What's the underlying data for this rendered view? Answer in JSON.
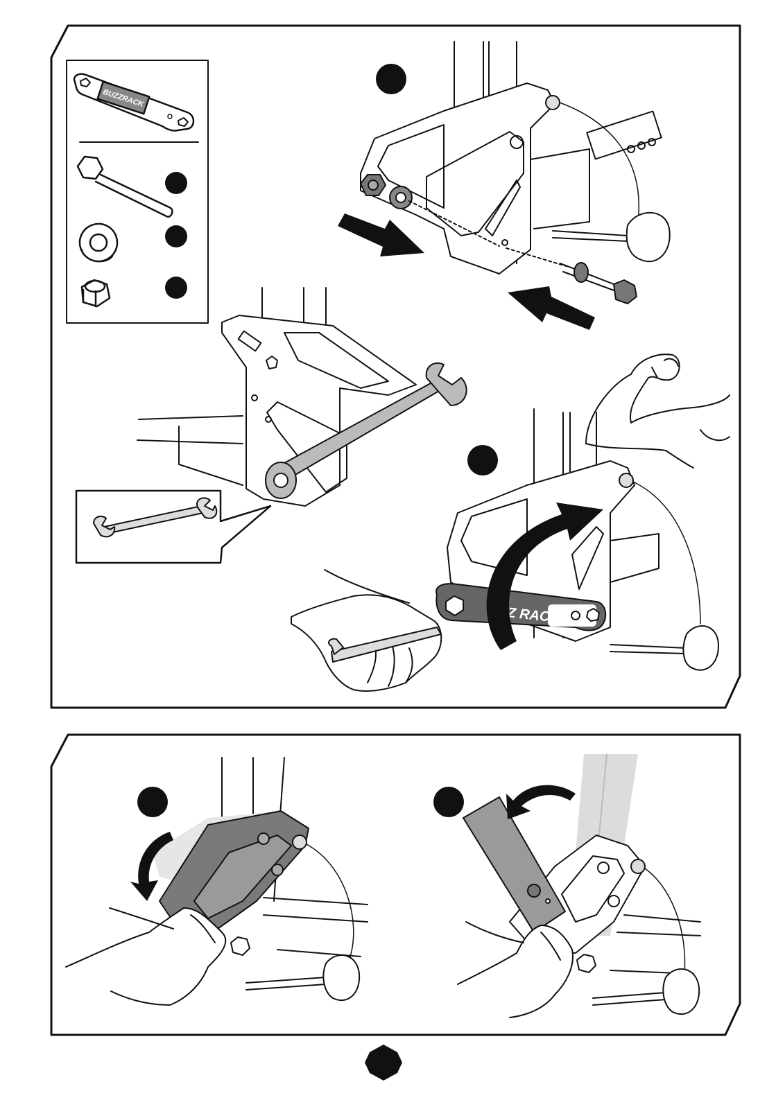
{
  "brand": {
    "name": "BUZZ RACK",
    "tool_text": "IZZ RACK",
    "tag_text": "BUZZRACK"
  },
  "parts_box": {
    "items": [
      {
        "name": "bolt",
        "marker": ""
      },
      {
        "name": "washer",
        "marker": ""
      },
      {
        "name": "lock-nut",
        "marker": ""
      }
    ]
  },
  "steps": {
    "top_assembly": "",
    "tighten": "",
    "fold_down": "",
    "fold_up": ""
  },
  "page_number": "",
  "colors": {
    "ink": "#111111",
    "gray_fill": "#9a9a9a",
    "dark_gray": "#6e6e6e",
    "light_gray": "#d8d8d8",
    "paper": "#ffffff"
  },
  "icons": [
    "wrench-icon",
    "arrow-icon",
    "hand-icon",
    "arm-icon",
    "knob-icon",
    "bolt-icon",
    "washer-icon",
    "nut-icon"
  ]
}
